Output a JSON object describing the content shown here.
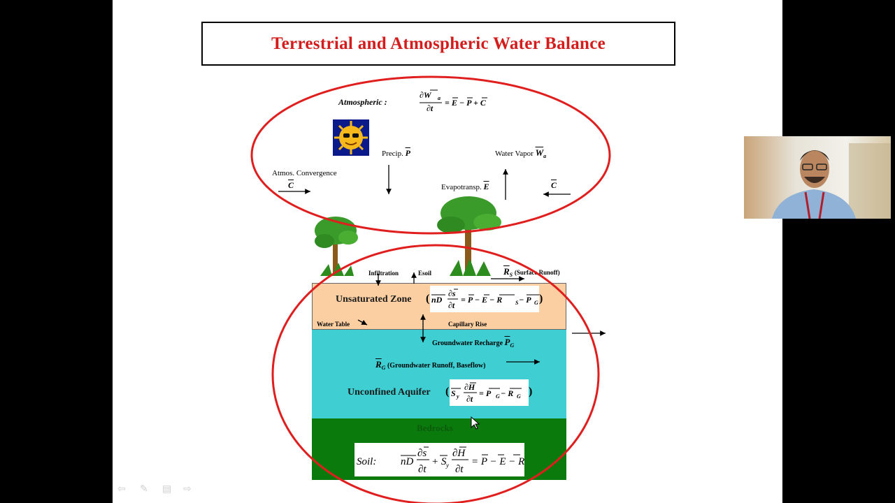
{
  "slide": {
    "title": "Terrestrial and Atmospheric Water Balance",
    "atmos_label": "Atmospheric :",
    "atmos_equation": "∂Wa/∂t = E − P + C",
    "precip_label": "Precip.",
    "precip_symbol": "P",
    "water_vapor_label": "Water Vapor",
    "water_vapor_symbol": "W",
    "water_vapor_sub": "a",
    "atmos_conv_label": "Atmos. Convergence",
    "conv_symbol": "C",
    "evapotransp_label": "Evapotransp.",
    "evap_symbol": "E",
    "infiltration_label": "Infiltration",
    "esoil_label": "Esoil",
    "surface_runoff_symbol": "R",
    "surface_runoff_sub": "S",
    "surface_runoff_label": "(Surface Runoff)",
    "unsat_title": "Unsaturated Zone",
    "unsat_equation": "nD ∂s/∂t = P − E − RS − PG",
    "water_table_label": "Water Table",
    "capillary_label": "Capillary Rise",
    "gw_recharge_label": "Groundwater Recharge",
    "gw_recharge_symbol": "P",
    "gw_recharge_sub": "G",
    "gw_runoff_symbol": "R",
    "gw_runoff_sub": "G",
    "gw_runoff_label": "(Groundwater Runoff, Baseflow)",
    "aquifer_title": "Unconfined Aquifer",
    "aquifer_equation": "Sy ∂H/∂t = PG − RG",
    "bedrock_label": "Bedrocks",
    "soil_label": "Soil:",
    "soil_equation": "nD ∂s/∂t + Sy ∂H/∂t = P − E − R"
  },
  "colors": {
    "title_red": "#d41c1c",
    "ellipse_red": "#e01e1e",
    "unsat_fill": "#fbcfa2",
    "aquifer_fill": "#3fcfd3",
    "bedrock_fill": "#0a7a0c"
  },
  "icons": [
    "sun-icon",
    "tree-icon",
    "tree-icon",
    "webcam-presenter",
    "prev-slide-icon",
    "pen-icon",
    "menu-icon",
    "next-slide-icon"
  ]
}
